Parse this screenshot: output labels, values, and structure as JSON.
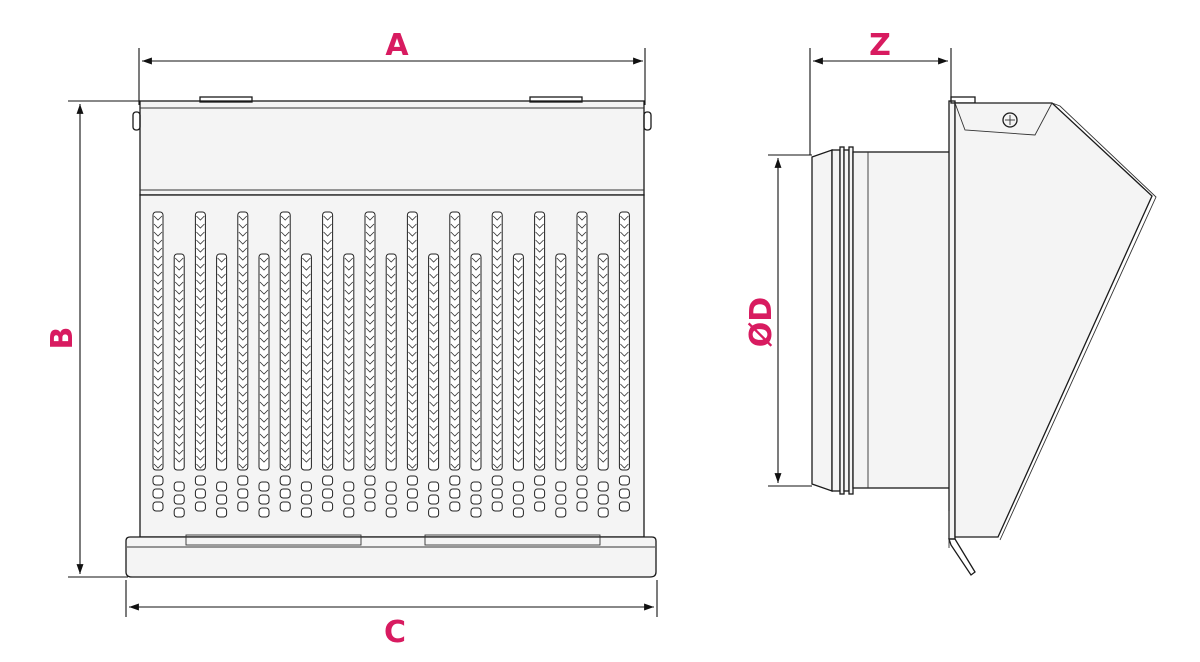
{
  "labels": {
    "width_top": "A",
    "height": "B",
    "width_bottom": "C",
    "depth": "Z",
    "diameter": "ØD"
  },
  "colors": {
    "label": "#d81b60",
    "line": "#1a1a1a"
  }
}
